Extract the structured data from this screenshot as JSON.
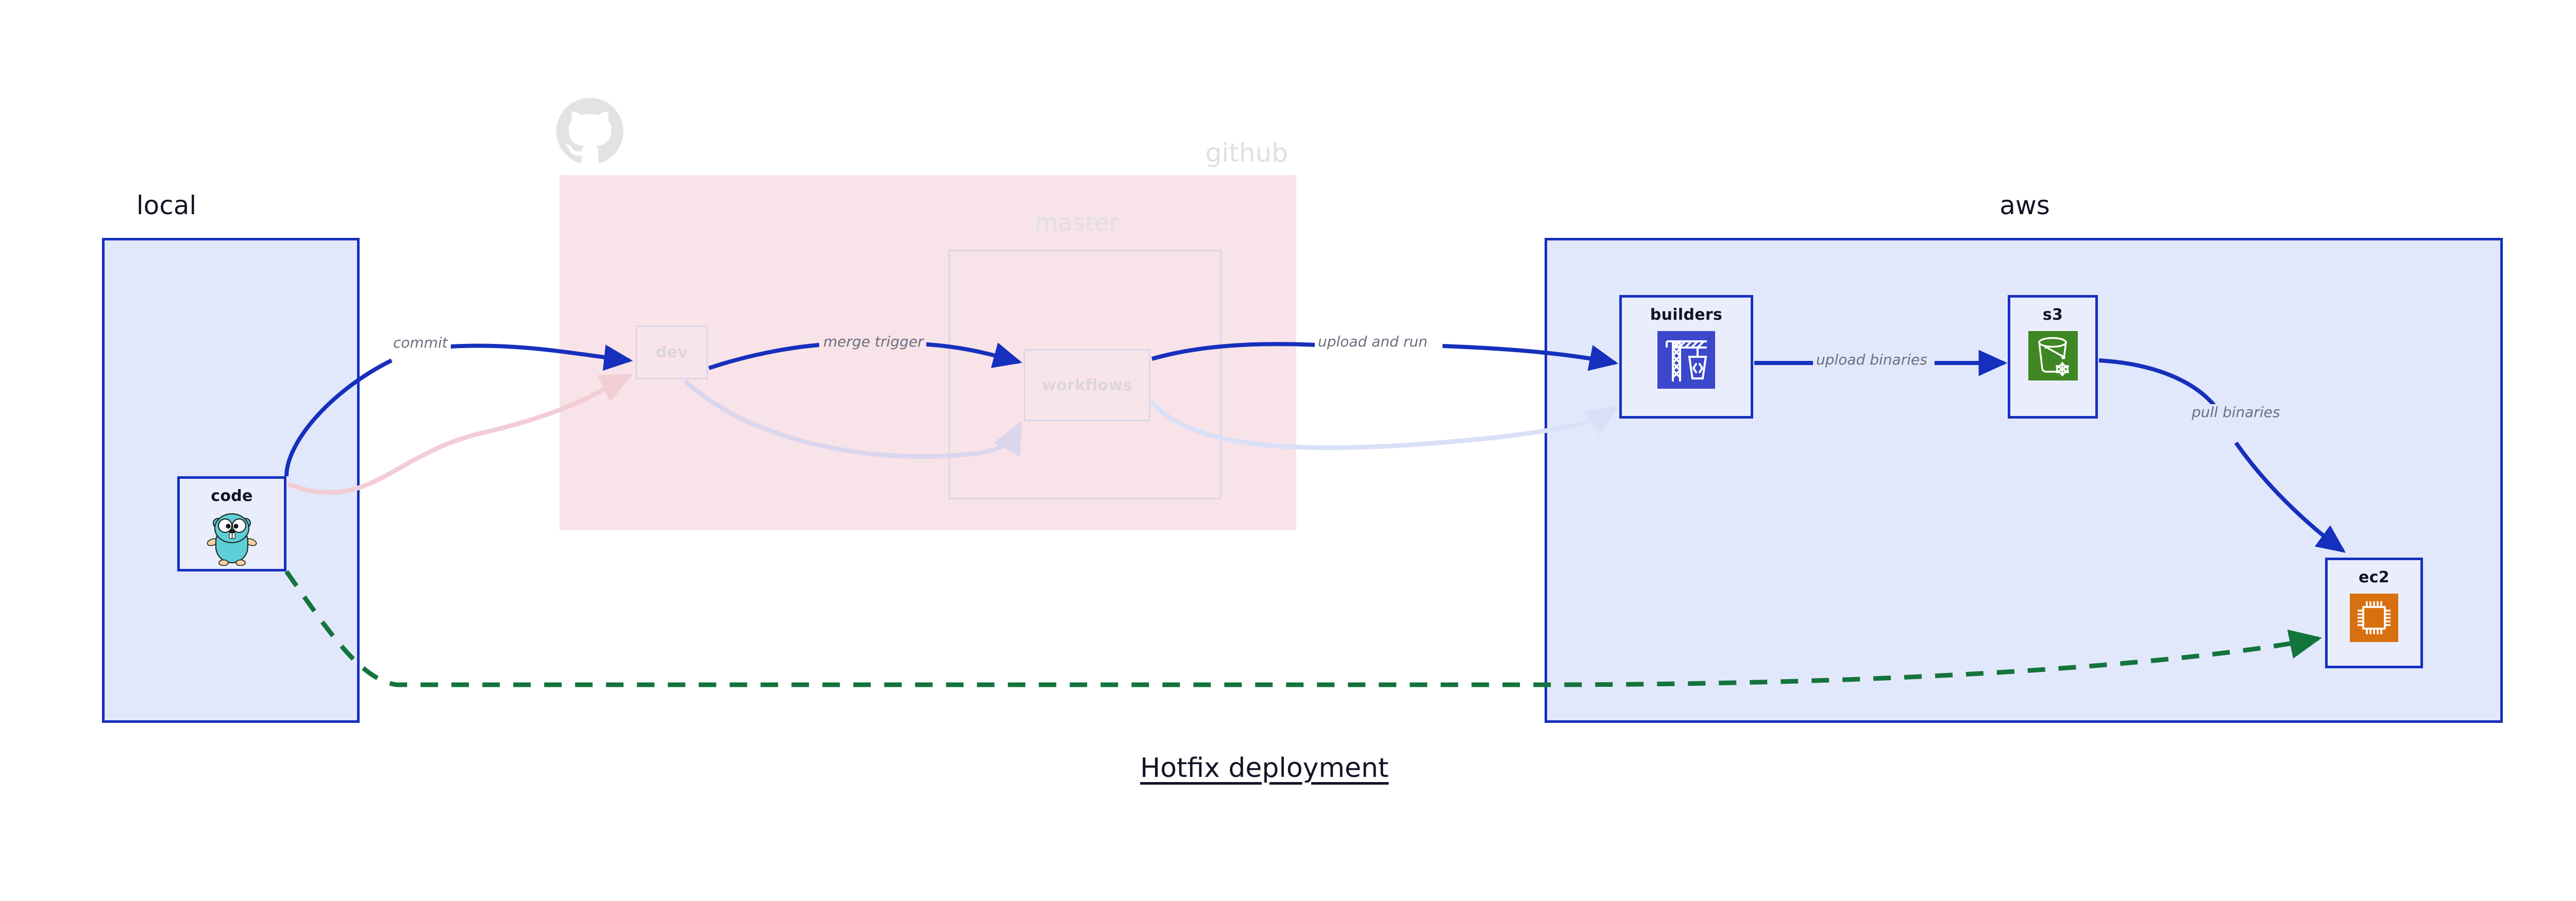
{
  "diagram": {
    "caption": "Hotfix deployment",
    "caption_underlined": true
  },
  "groups": [
    {
      "id": "local",
      "title": "local",
      "style": "solid",
      "fill": "#e2e8fb",
      "stroke": "#1630bd"
    },
    {
      "id": "github",
      "title": "github",
      "style": "faded",
      "fill": "#f8e3e8",
      "stroke": "none",
      "logo": "github-octocat-icon"
    },
    {
      "id": "aws",
      "title": "aws",
      "style": "solid",
      "fill": "#e2e8fb",
      "stroke": "#1630bd"
    }
  ],
  "nodes": [
    {
      "id": "code",
      "label": "code",
      "group": "local",
      "icon": "go-gopher-icon",
      "state": "active"
    },
    {
      "id": "dev",
      "label": "dev",
      "group": "github",
      "icon": "none",
      "state": "dimmed"
    },
    {
      "id": "master",
      "label": "master",
      "group": "github",
      "icon": "none",
      "state": "dimmed"
    },
    {
      "id": "workflows",
      "label": "workflows",
      "group": "github",
      "icon": "none",
      "state": "dimmed"
    },
    {
      "id": "builders",
      "label": "builders",
      "group": "aws",
      "icon": "aws-codebuild-crane-icon",
      "icon_color": "#3b48cc",
      "state": "active"
    },
    {
      "id": "s3",
      "label": "s3",
      "group": "aws",
      "icon": "s3-bucket-glacier-icon",
      "icon_color": "#3f8624",
      "state": "active"
    },
    {
      "id": "ec2",
      "label": "ec2",
      "group": "aws",
      "icon": "ec2-cpu-chip-icon",
      "icon_color": "#d9700f",
      "state": "active"
    }
  ],
  "edges": [
    {
      "id": "commit",
      "label": "commit",
      "from": "code",
      "to": "dev",
      "color": "#1630bd",
      "style": "solid",
      "state": "active"
    },
    {
      "id": "merge-trigger",
      "label": "merge trigger",
      "from": "dev",
      "to": "workflows",
      "color": "#1630bd",
      "style": "solid",
      "state": "active"
    },
    {
      "id": "upload-and-run",
      "label": "upload and run",
      "from": "workflows",
      "to": "builders",
      "color": "#1630bd",
      "style": "solid",
      "state": "active"
    },
    {
      "id": "upload-binaries",
      "label": "upload binaries",
      "from": "builders",
      "to": "s3",
      "color": "#1630bd",
      "style": "solid",
      "state": "active"
    },
    {
      "id": "pull-binaries",
      "label": "pull binaries",
      "from": "s3",
      "to": "ec2",
      "color": "#1630bd",
      "style": "solid",
      "state": "active"
    },
    {
      "id": "hotfix-direct",
      "label": "",
      "from": "code",
      "to": "ec2",
      "color": "#13743c",
      "style": "dashed",
      "state": "active"
    },
    {
      "id": "ghost-code-dev",
      "label": "",
      "from": "code",
      "to": "dev",
      "color": "#f5d7dd",
      "style": "solid",
      "state": "dimmed"
    },
    {
      "id": "ghost-dev-workflows",
      "label": "",
      "from": "dev",
      "to": "workflows",
      "color": "#dcd9ee",
      "style": "solid",
      "state": "dimmed"
    },
    {
      "id": "ghost-workflows-builders",
      "label": "",
      "from": "workflows",
      "to": "builders",
      "color": "#dde1f5",
      "style": "solid",
      "state": "dimmed"
    }
  ],
  "colors": {
    "group_blue_fill": "#e2e8fb",
    "group_blue_stroke": "#1630bd",
    "group_pink_fill": "#f8e3e8",
    "node_fill": "#eaeefc",
    "edge_blue": "#1630bd",
    "edge_green": "#13743c",
    "text_dark": "#121326",
    "text_muted": "#6a6f7e",
    "ghost_grey": "#dcd7e6"
  }
}
